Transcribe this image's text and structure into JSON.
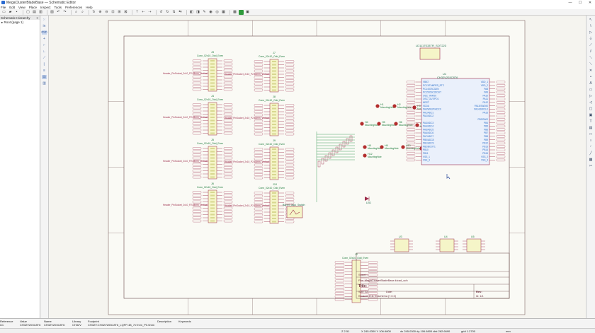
{
  "window": {
    "title": "MegaClusterBladeBase — Schematic Editor",
    "minimize": "—",
    "maximize": "☐",
    "close": "✕"
  },
  "menu": [
    "File",
    "Edit",
    "View",
    "Place",
    "Inspect",
    "Tools",
    "Preferences",
    "Help"
  ],
  "hierarchy": {
    "header": "Schematic Hierarchy",
    "close": "×",
    "root": "Root (page 1)"
  },
  "properties": {
    "columns": [
      {
        "label": "Reference",
        "value": "U1"
      },
      {
        "label": "Value",
        "value": "CH32V203C8T6"
      },
      {
        "label": "Name",
        "value": "CH32V203C8T6"
      },
      {
        "label": "Library",
        "value": "CH32V"
      },
      {
        "label": "Footprint",
        "value": "CH32V:CH32V203C8T6_LQFP-48_7x7mm_P0.5mm"
      },
      {
        "label": "Description",
        "value": ""
      },
      {
        "label": "Keywords",
        "value": ""
      }
    ]
  },
  "status": {
    "zoom": "Z 2.51",
    "coords": "X 245.0300  Y 106.6800",
    "delta": "dx 245.0300  dy 106.6800  dist 262.6690",
    "grid": "grid 1.2700",
    "units": "mm"
  },
  "schematic": {
    "connectors": {
      "left_col": [
        "J3",
        "J4",
        "J5",
        "J6"
      ],
      "mid_col": [
        "J7",
        "J8",
        "J9",
        "J10"
      ],
      "left_label": "Conn_02x10_Odd_Even",
      "mid_label": "Conn_02x10_Odd_Even",
      "header_label_left": "Header_PinSocket_2x10_P2.54mm_Vertical",
      "header_label_mid": "Header_PinSocket_2x10_P2.54mm_Vertical",
      "bottom": "J2",
      "bottom_label": "Conn_02x10_Odd_Even"
    },
    "mcu": {
      "ref": "U1",
      "value": "CH32V203C8T6",
      "left_pins": [
        "VBAT",
        "PC13/TAMPER_RTC",
        "PC14/OSC32IN",
        "PC15/OSC32OUT",
        "OSC_IN/PD0",
        "OSC_OUT/PD1",
        "NRST",
        "VDDA",
        "PA0/WKUP/ADC0",
        "PA1/ADC1",
        "PA2/ADC2",
        "",
        "PA3/ADC3",
        "PA4/ADC4",
        "PA5/ADC5",
        "PA6/ADC6",
        "PA7/ADC7",
        "PB0/ADC8",
        "PB1/ADC9",
        "PB2/BOOT1",
        "PB10",
        "PB11",
        "VSS_1",
        "VSS_3"
      ],
      "right_pins": [
        "VDD_1",
        "VDD_2",
        "PA8",
        "PA9",
        "PA10",
        "PA11",
        "PA12",
        "PA13/SWDIO",
        "PA14/SWCLK",
        "PA15",
        "",
        "PB3/SWO",
        "PB4",
        "PB5",
        "PB6",
        "PB7",
        "PB8",
        "PB9",
        "PB12",
        "PB13",
        "PB14",
        "PB15",
        "VSS_2",
        "VSS_4"
      ]
    },
    "regulator": {
      "ref": "U2",
      "value": "LD1117S33TR_SOT223"
    },
    "mounting_holes": [
      "H1",
      "H2",
      "H3",
      "H4",
      "H5",
      "H6",
      "H7",
      "H8",
      "H9",
      "H10",
      "H11",
      "H12"
    ],
    "mounting_label": "MountingHole",
    "tiny": [
      "U3",
      "U4",
      "U5"
    ],
    "battery": "Barrel_Jack_Switch",
    "led": "LED",
    "title_block": {
      "sheet": "Sheet: /",
      "file": "File: MegaClusterBladeBase.kicad_sch",
      "title": "Title:",
      "size": "Size: A4",
      "date": "Date:",
      "rev": "Rev:",
      "kicad": "KiCad E.D.A.  eeschema (7.0.0)",
      "id": "Id: 1/1"
    },
    "colors": {
      "wire": "#1b8a3f",
      "symbol": "#9c2b4a",
      "fill": "#f5f5c8",
      "mcu_body": "#2c6fc9",
      "label": "#3c3c8c",
      "junction": "#1b7a3a",
      "hole": "#b32d2d",
      "frame": "#5c3030"
    }
  }
}
